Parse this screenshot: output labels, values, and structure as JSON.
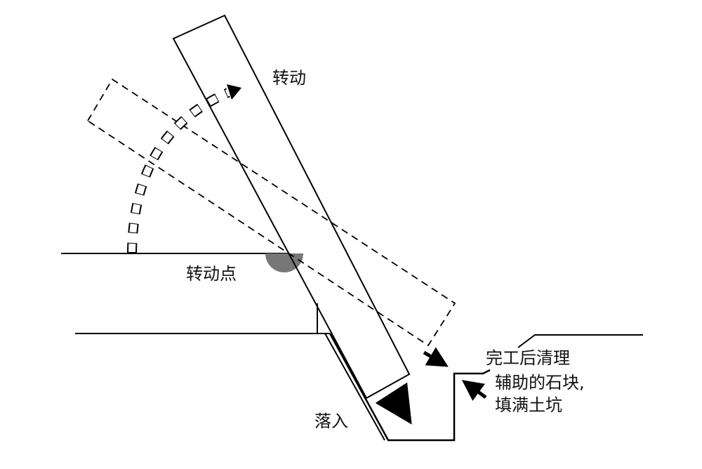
{
  "labels": {
    "rotate": "转动",
    "pivot": "转动点",
    "fall_in": "落入",
    "note_line1": "完工后清理",
    "note_line2": "辅助的石块,",
    "note_line3": "填满土坑"
  },
  "colors": {
    "line": "#000000",
    "pivot_fill": "#777777"
  }
}
